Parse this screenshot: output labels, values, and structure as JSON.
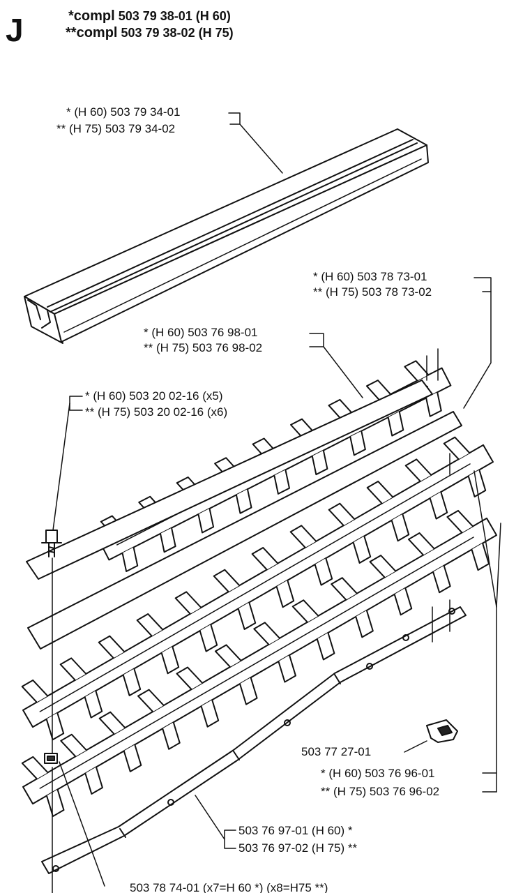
{
  "header": {
    "section_letter": "J",
    "line1_prefix": "*compl",
    "line1_text": "503 79 38-01 (H 60)",
    "line2_prefix": "**compl",
    "line2_text": "503 79 38-02 (H 75)"
  },
  "callouts": {
    "guard_h60": "* (H 60) 503 79 34-01",
    "guard_h75": "** (H 75) 503 79 34-02",
    "plate_h60": "* (H 60) 503 78 73-01",
    "plate_h75": "** (H 75) 503 78 73-02",
    "upper_blade_h60": "* (H 60) 503 76 98-01",
    "upper_blade_h75": "** (H 75) 503 76 98-02",
    "screw_h60": "* (H 60) 503 20 02-16 (x5)",
    "screw_h75": "** (H 75) 503 20 02-16 (x6)",
    "clip": "503 77 27-01",
    "lower_blade_h60": "* (H 60) 503 76 96-01",
    "lower_blade_h75": "** (H 75) 503 76 96-02",
    "bar_h60": "503 76 97-01 (H 60) *",
    "bar_h75": "503 76 97-02 (H 75) **",
    "nut": "503 78 74-01 (x7=H 60 *) (x8=H75 **)"
  }
}
